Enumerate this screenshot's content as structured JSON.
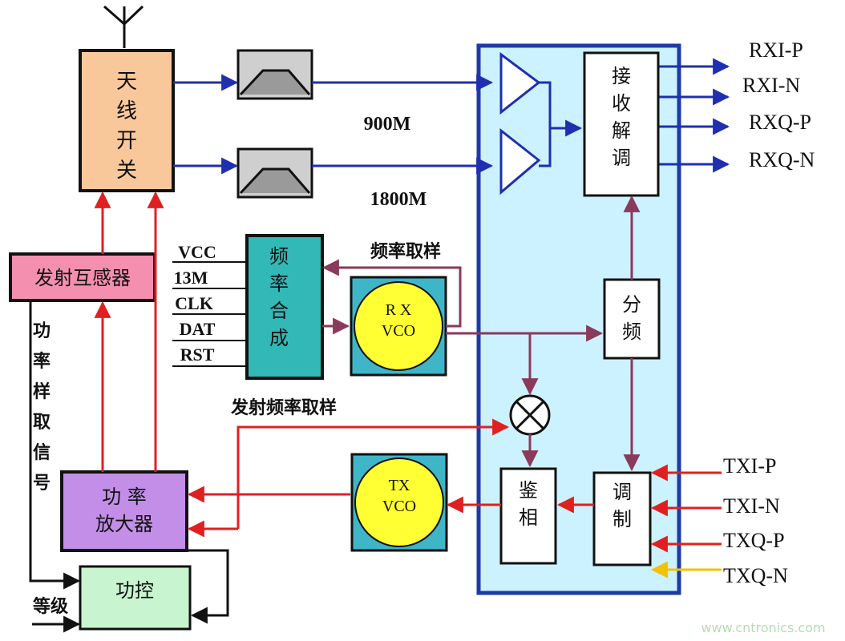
{
  "blocks": {
    "antenna_switch": "天线开关",
    "tx_coupler": "发射互感器",
    "freq_synth": "频率合成",
    "rx_vco": "R X\nVCO",
    "tx_vco": "TX\nVCO",
    "rx_demod": "接收解调",
    "divider": "分频",
    "modulator": "调制",
    "phase_detector": "鉴相",
    "power_amp": "功 率\n放大器",
    "power_control": "功控"
  },
  "bands": {
    "band1": "900M",
    "band2": "1800M"
  },
  "synth_inputs": [
    "VCC",
    "13M",
    "CLK",
    "DAT",
    "RST"
  ],
  "labels": {
    "freq_sample": "频率取样",
    "tx_freq_sample": "发射频率取样",
    "power_sample_signal": "功率样取信号",
    "level": "等级"
  },
  "rx_outputs": [
    "RXI-P",
    "RXI-N",
    "RXQ-P",
    "RXQ-N"
  ],
  "tx_inputs": [
    "TXI-P",
    "TXI-N",
    "TXQ-P",
    "TXQ-N"
  ],
  "watermark": "www.cntronics.com",
  "colors": {
    "rx_path": "#1f2fb0",
    "tx_path": "#e02020",
    "lo_path": "#8a3a5a",
    "chip_fill": "#ccf2ff",
    "chip_border": "#1e3aa8",
    "antenna_fill": "#f9c89a",
    "coupler_fill": "#f58fb0",
    "synth_fill": "#33b8b8",
    "vco_fill": "#ffff33",
    "vco_bg": "#3fb5c8",
    "pa_fill": "#c28ee8",
    "pc_fill": "#c8f5cf",
    "txq_n_arrow": "#f2c200"
  }
}
